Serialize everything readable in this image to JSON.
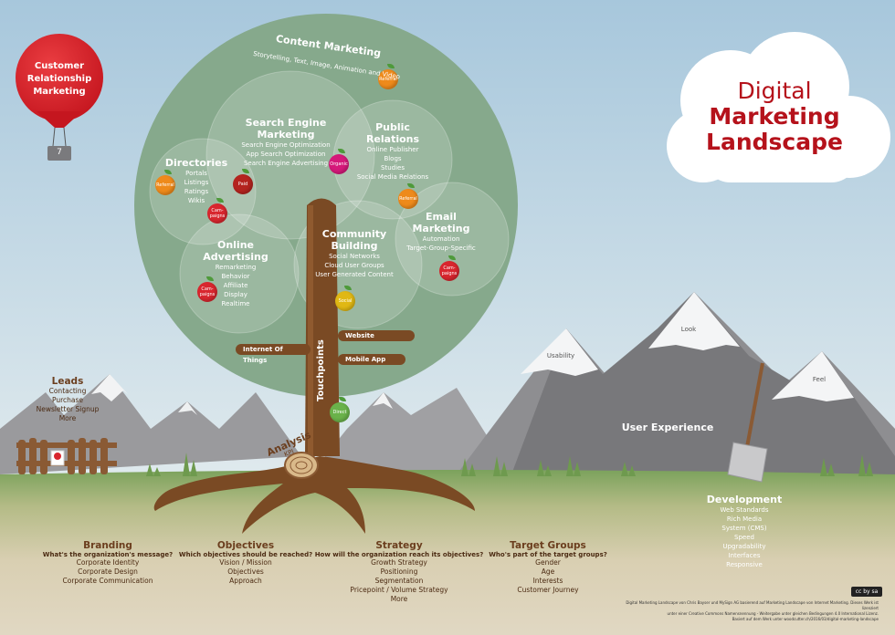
{
  "title": {
    "line1": "Digital",
    "line2": "Marketing",
    "line3": "Landscape"
  },
  "balloon": {
    "label_lines": [
      "Customer",
      "Relationship",
      "Marketing"
    ],
    "basket_label": "7"
  },
  "crown": {
    "content_marketing": {
      "title": "Content Marketing",
      "subtitle": "Storytelling, Text, Image, Animation and Video"
    },
    "sem": {
      "title_lines": [
        "Search Engine",
        "Marketing"
      ],
      "items": [
        "Search Engine Optimization",
        "App Search Optimization",
        "Search Engine Advertising"
      ]
    },
    "pr": {
      "title_lines": [
        "Public",
        "Relations"
      ],
      "items": [
        "Online Publisher",
        "Blogs",
        "Studies",
        "Social Media Relations"
      ]
    },
    "directories": {
      "title": "Directories",
      "items": [
        "Portals",
        "Listings",
        "Ratings",
        "Wikis"
      ]
    },
    "online_advertising": {
      "title_lines": [
        "Online",
        "Advertising"
      ],
      "items": [
        "Remarketing",
        "Behavior",
        "Affiliate",
        "Display",
        "Realtime"
      ]
    },
    "community": {
      "title_lines": [
        "Community",
        "Building"
      ],
      "items": [
        "Social Networks",
        "Cloud User Groups",
        "User Generated Content"
      ]
    },
    "email": {
      "title_lines": [
        "Email",
        "Marketing"
      ],
      "items": [
        "Automation",
        "Target-Group-Specific"
      ]
    }
  },
  "apples": {
    "referral": "Referral",
    "paid": "Paid",
    "organic": "Organic",
    "campaigns": "Cam-paigns",
    "social": "Social",
    "direct": "Direct"
  },
  "trunk": {
    "touchpoints": "Touchpoints",
    "branches": {
      "website": "Website",
      "mobile_app": "Mobile App",
      "internet_of_things": "Internet Of Things"
    }
  },
  "analysis": {
    "title": "Analysis",
    "subtitle": "KPI"
  },
  "leads": {
    "title": "Leads",
    "items": [
      "Contacting",
      "Purchase",
      "Newsletter Signup",
      "More"
    ]
  },
  "mountains": {
    "usability": "Usability",
    "look": "Look",
    "feel": "Feel",
    "user_experience": "User Experience"
  },
  "development": {
    "title": "Development",
    "items": [
      "Web Standards",
      "Rich Media",
      "System (CMS)",
      "Speed",
      "Upgradability",
      "Interfaces",
      "Responsive"
    ]
  },
  "roots": [
    {
      "title": "Branding",
      "question": "What's the organization's message?",
      "items": [
        "Corporate Identity",
        "Corporate Design",
        "Corporate Communication"
      ]
    },
    {
      "title": "Objectives",
      "question": "Which objectives should be reached?",
      "items": [
        "Vision / Mission",
        "Objectives",
        "Approach"
      ]
    },
    {
      "title": "Strategy",
      "question": "How will the organization reach its objectives?",
      "items": [
        "Growth Strategy",
        "Positioning",
        "Segmentation",
        "Pricepoint / Volume Strategy",
        "More"
      ]
    },
    {
      "title": "Target Groups",
      "question": "Who's part of the target groups?",
      "items": [
        "Gender",
        "Age",
        "Interests",
        "Customer Journey"
      ]
    }
  ],
  "license_badge": "cc by sa",
  "credits": [
    "Digital Marketing Landscape von Chris Bayser und MySign AG basierend auf Marketing Landscape von Internet Marketing. Dieses Werk ist lizenziert",
    "unter einer Creative Commons Namensnennung - Weitergabe unter gleichen Bedingungen 4.0 International Lizenz.",
    "Basiert auf dem Werk unter woodcutter.ch/2016/03/digital-marketing-landscape"
  ],
  "colors": {
    "sky_top": "#a9c8dd",
    "grass": "#7aa05a",
    "ground": "#d9cdb0",
    "crown": "#86a98c",
    "trunk": "#7a4a24",
    "title_red": "#b5121b",
    "balloon_red": "#d8262e"
  }
}
